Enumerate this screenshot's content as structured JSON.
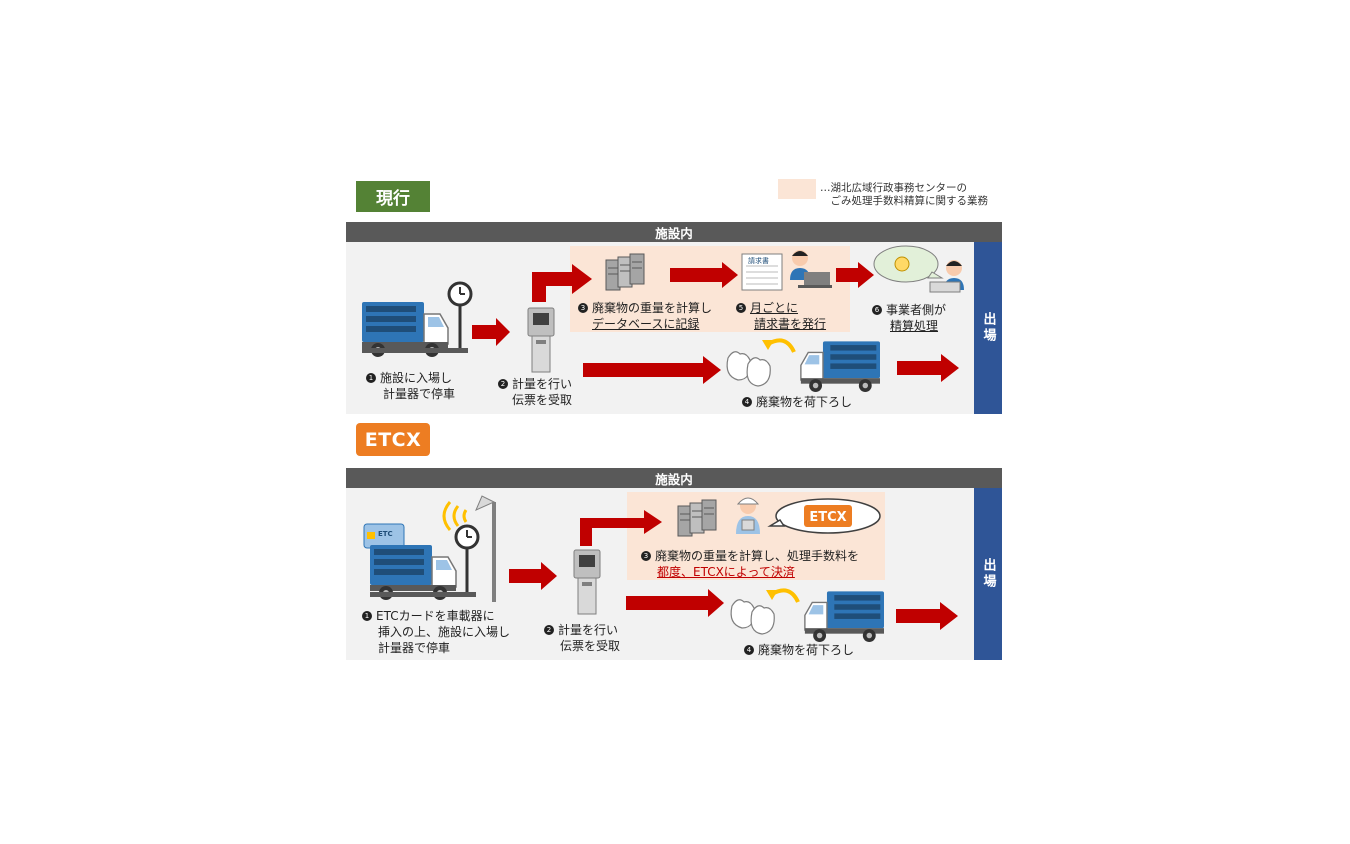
{
  "badges": {
    "current": "現行",
    "etcx": "ETCX"
  },
  "legend": {
    "text": "…湖北広域行政事務センターの\n　ごみ処理手数料精算に関する業務"
  },
  "current": {
    "header": "施設内",
    "exit": "出場",
    "steps": {
      "s1_num": "1",
      "s1_l1": "施設に入場し",
      "s1_l2": "計量器で停車",
      "s2_num": "2",
      "s2_l1": "計量を行い",
      "s2_l2": "伝票を受取",
      "s3_num": "3",
      "s3_l1": "廃棄物の重量を計算し",
      "s3_l2": "データベースに記録",
      "s4_num": "4",
      "s4_l1": "廃棄物を荷下ろし",
      "s5_num": "5",
      "s5_l1": "月ごとに",
      "s5_l2": "請求書を発行",
      "s6_num": "6",
      "s6_l1": "事業者側が",
      "s6_l2": "精算処理"
    },
    "invoice_label": "請求書"
  },
  "etcx": {
    "header": "施設内",
    "exit": "出場",
    "bubble": "ETCX",
    "card_label": "ETC",
    "steps": {
      "s1_num": "1",
      "s1_l1": "ETCカードを車載器に",
      "s1_l2": "挿入の上、施設に入場し",
      "s1_l3": "計量器で停車",
      "s2_num": "2",
      "s2_l1": "計量を行い",
      "s2_l2": "伝票を受取",
      "s3_num": "3",
      "s3_l1": "廃棄物の重量を計算し、処理手数料を",
      "s3_l2": "都度、ETCXによって決済",
      "s4_num": "4",
      "s4_l1": "廃棄物を荷下ろし"
    }
  },
  "colors": {
    "arrow": "#c00000",
    "truck_blue": "#2e75b6",
    "exit_blue": "#2f5597",
    "highlight": "#fbe5d6",
    "header_gray": "#595959"
  }
}
